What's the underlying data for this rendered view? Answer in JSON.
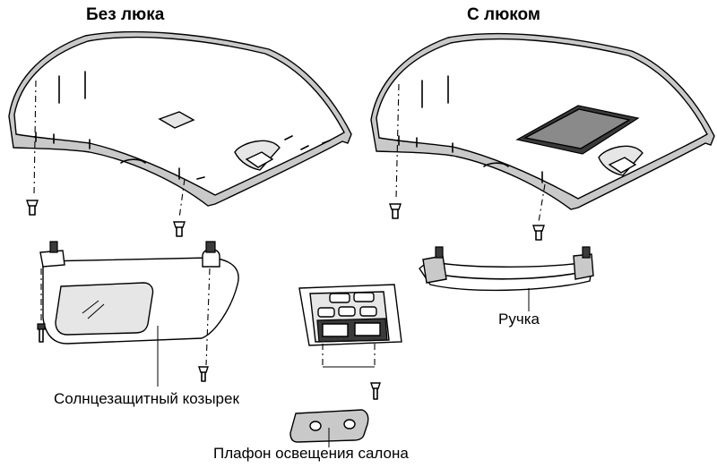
{
  "titles": {
    "without_sunroof": "Без люка",
    "with_sunroof": "С люком"
  },
  "labels": {
    "sun_visor": "Солнцезащитный козырек",
    "handle": "Ручка",
    "dome_light": "Плафон освещения салона"
  }
}
